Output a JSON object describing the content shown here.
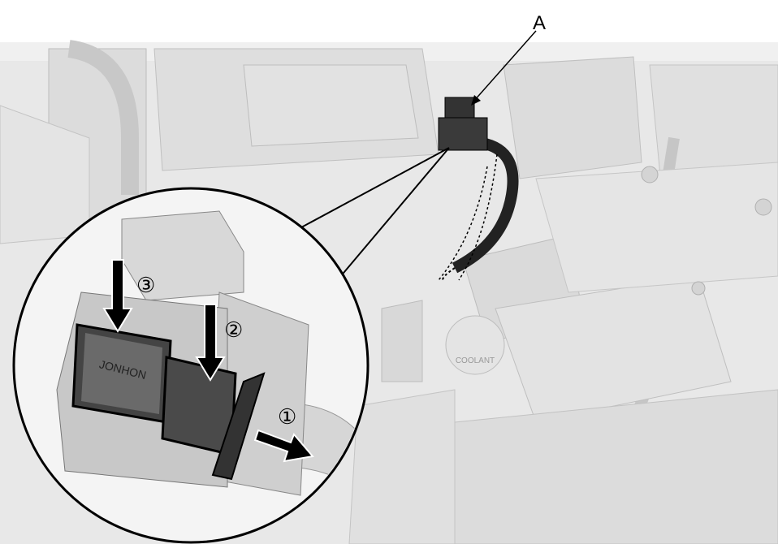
{
  "figure": {
    "callout_label": "A",
    "steps": [
      "①",
      "②",
      "③"
    ],
    "connector_brand": "JONHON",
    "coolant_cap_text": "COOLANT",
    "colors": {
      "background": "#ffffff",
      "engine_bay": "#e6e6e6",
      "line": "#000000",
      "connector": "#333333"
    }
  }
}
